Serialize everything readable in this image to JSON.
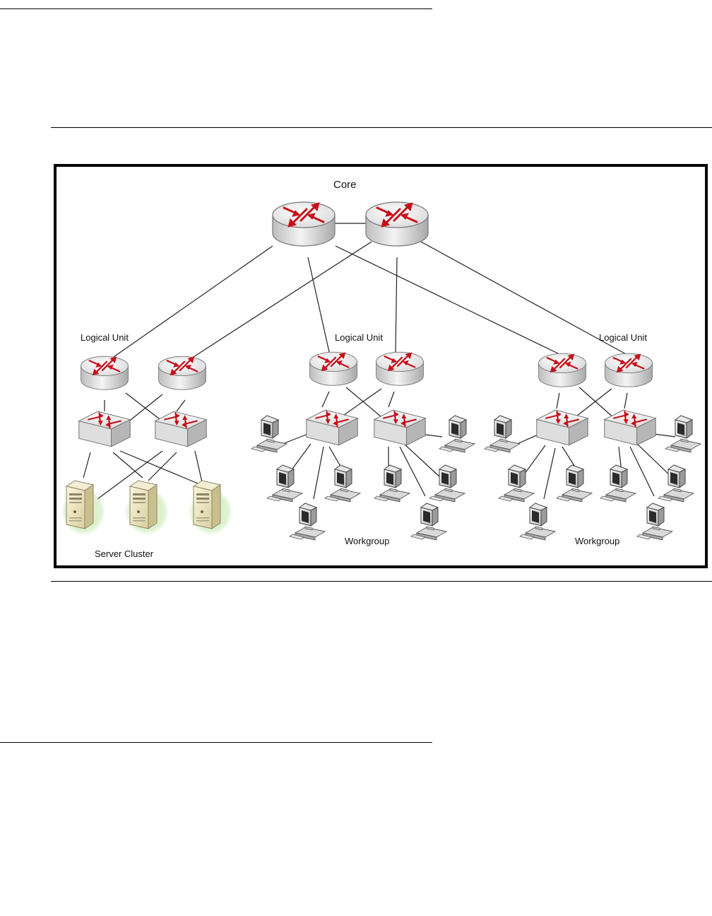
{
  "diagram": {
    "labels": {
      "core": "Core",
      "logical_unit": "Logical Unit",
      "server_cluster": "Server Cluster",
      "workgroup": "Workgroup"
    },
    "colors": {
      "arrow_red": "#c8101a",
      "device_body": "#e6e6e6",
      "device_top": "#f6f6f6",
      "server_tan": "#f0e9c8",
      "link_line": "#222222"
    },
    "icons": [
      "router-icon",
      "switch-icon",
      "server-icon",
      "workstation-icon"
    ]
  }
}
